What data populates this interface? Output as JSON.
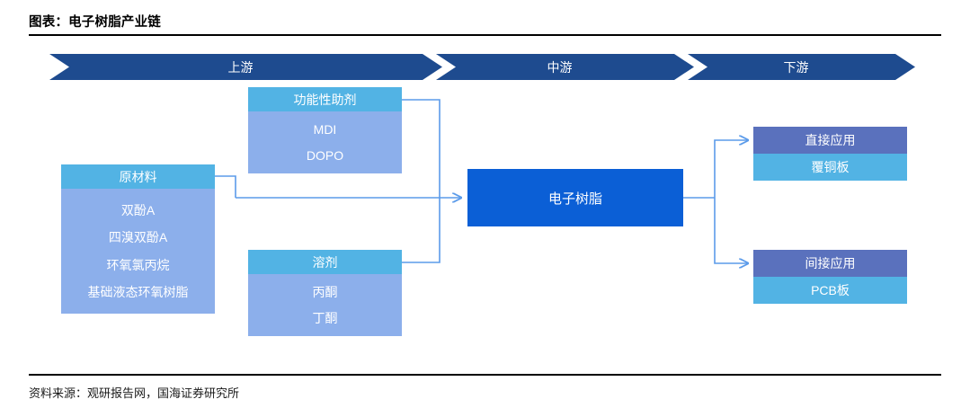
{
  "header": {
    "title": "图表：电子树脂产业链"
  },
  "footer": {
    "source": "资料来源：观研报告网，国海证券研究所"
  },
  "banner": {
    "stages": [
      {
        "label": "上游"
      },
      {
        "label": "中游"
      },
      {
        "label": "下游"
      }
    ]
  },
  "colors": {
    "banner_navy": "#1e4b8f",
    "head_cyan": "#52b3e4",
    "body_periwinkle": "#8cafeb",
    "head_slate": "#5a71bd",
    "center_blue": "#0b5fd6",
    "connector_blue": "#5b9bea",
    "rule_black": "#000000"
  },
  "upstream": {
    "raw_materials": {
      "title": "原材料",
      "items": [
        "双酚A",
        "四溴双酚A",
        "环氧氯丙烷",
        "基础液态环氧树脂"
      ]
    },
    "functional_additives": {
      "title": "功能性助剂",
      "items": [
        "MDI",
        "DOPO"
      ]
    },
    "solvents": {
      "title": "溶剂",
      "items": [
        "丙酮",
        "丁酮"
      ]
    }
  },
  "midstream": {
    "node": {
      "title": "电子树脂"
    }
  },
  "downstream": {
    "direct": {
      "title": "直接应用",
      "items": [
        "覆铜板"
      ]
    },
    "indirect": {
      "title": "间接应用",
      "items": [
        "PCB板"
      ]
    }
  }
}
